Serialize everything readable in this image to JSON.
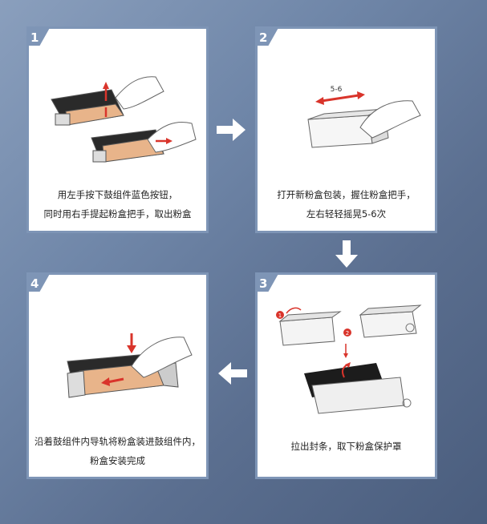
{
  "steps": [
    {
      "number": "1",
      "lines": [
        "用左手按下鼓组件蓝色按钮，",
        "同时用右手提起粉盒把手，取出粉盒"
      ]
    },
    {
      "number": "2",
      "lines": [
        "打开新粉盒包装，握住粉盒把手，",
        "左右轻轻摇晃5-6次"
      ],
      "shake_label": "5-6"
    },
    {
      "number": "3",
      "lines": [
        "拉出封条，取下粉盒保护罩"
      ],
      "callouts": [
        "1",
        "2"
      ]
    },
    {
      "number": "4",
      "lines": [
        "沿着鼓组件内导轨将粉盒装进鼓组件内，",
        "粉盒安装完成"
      ]
    }
  ],
  "colors": {
    "accent": "#7e95b6",
    "arrow_red": "#d9342b",
    "flow_arrow": "#ffffff"
  },
  "icons": [
    "arrow-right-icon",
    "arrow-down-icon",
    "arrow-left-icon"
  ]
}
